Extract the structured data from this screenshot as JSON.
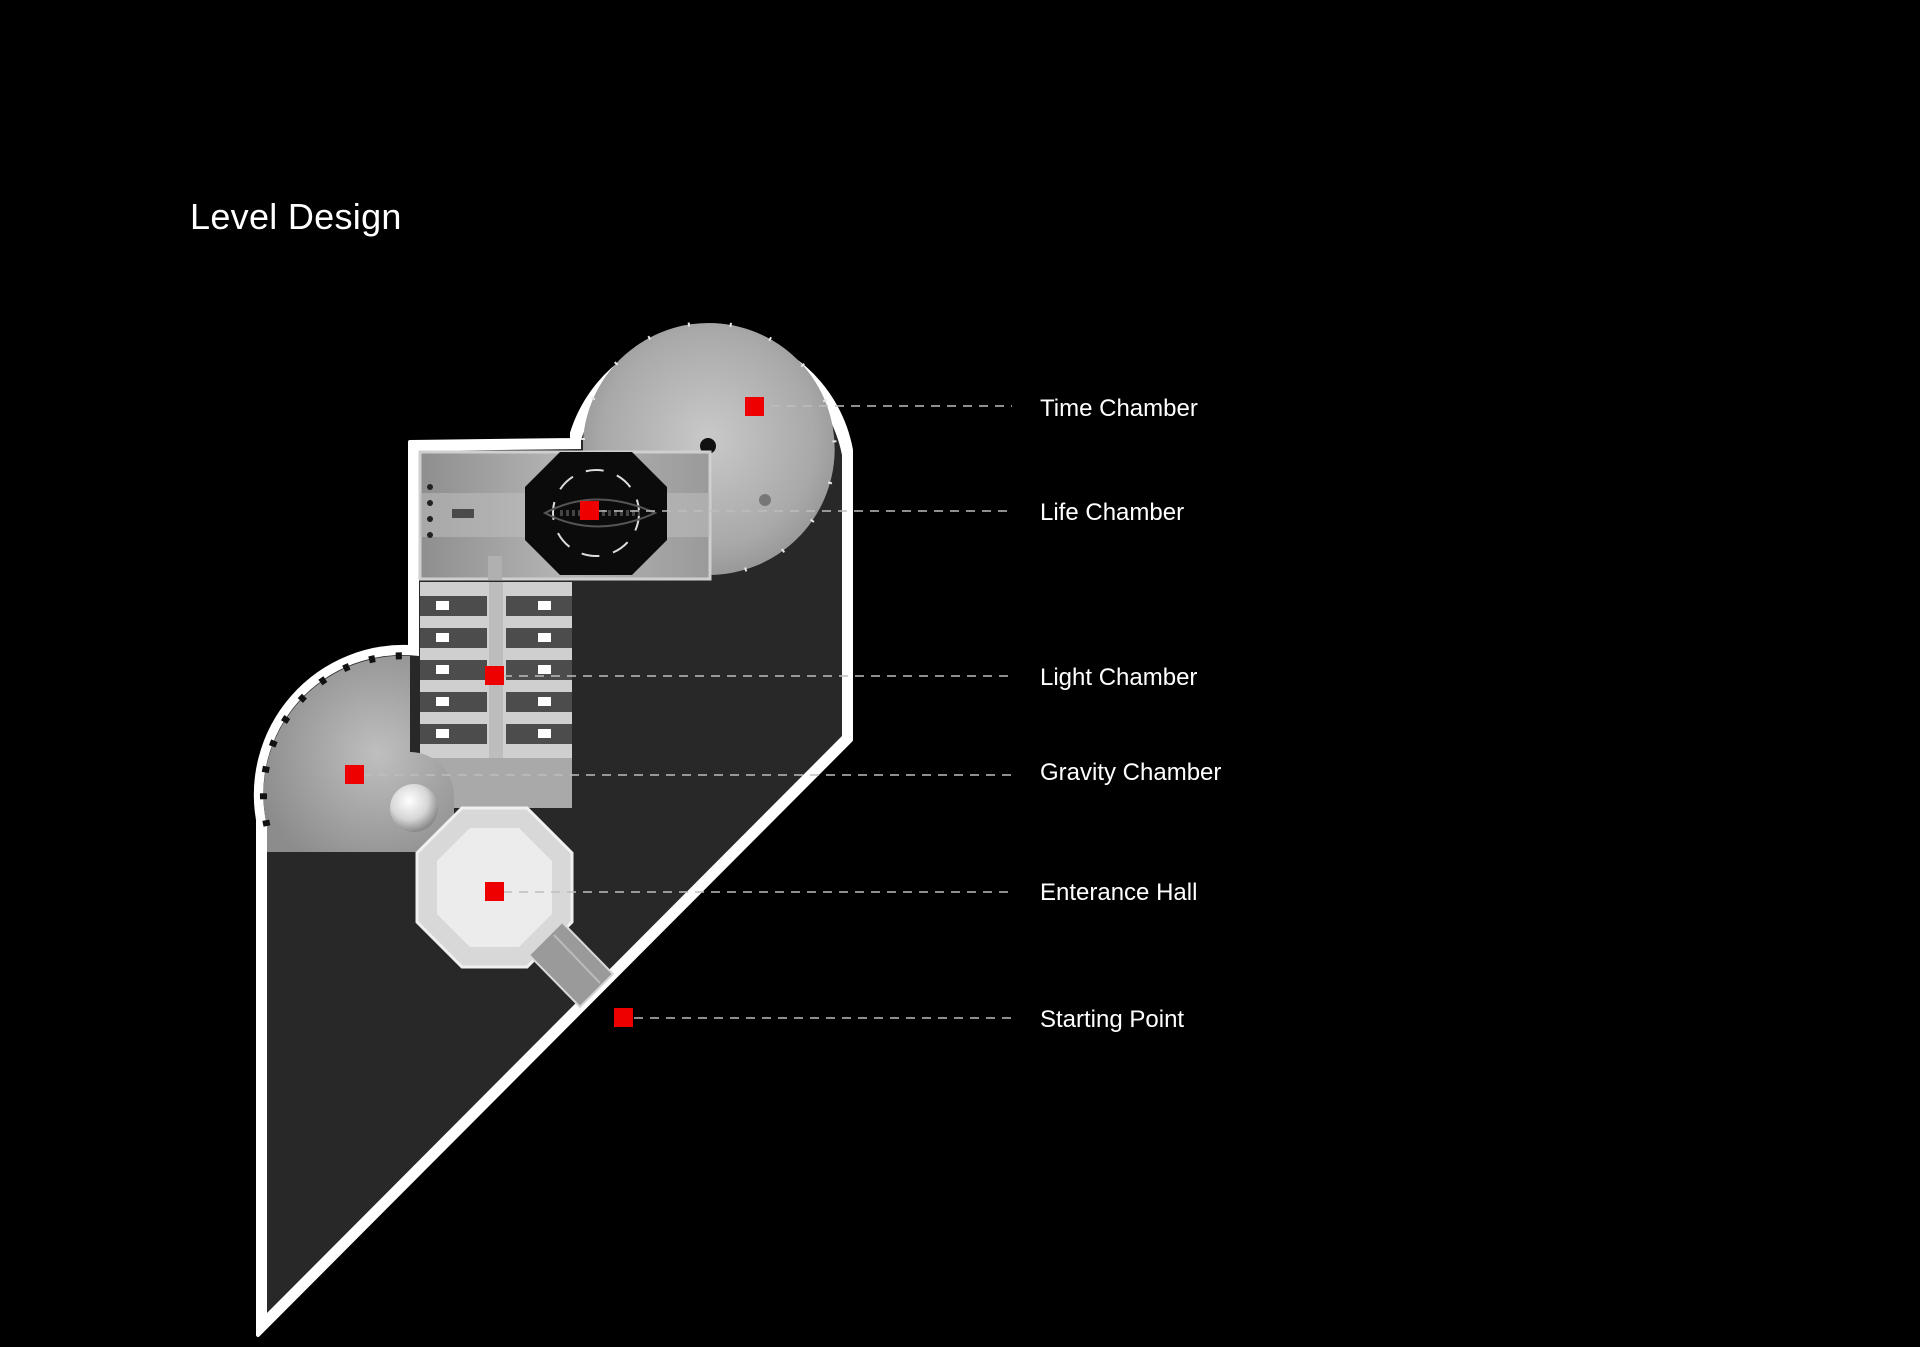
{
  "page_title": "Level Design",
  "colors": {
    "background": "#000000",
    "outline": "#ffffff",
    "marker": "#ee0000",
    "floor_dark": "#282828",
    "leader": "#bdbdbd"
  },
  "rooms": [
    {
      "id": "time",
      "label": "Time Chamber"
    },
    {
      "id": "life",
      "label": "Life Chamber"
    },
    {
      "id": "light",
      "label": "Light Chamber"
    },
    {
      "id": "gravity",
      "label": "Gravity Chamber"
    },
    {
      "id": "entrance",
      "label": "Enterance Hall"
    },
    {
      "id": "start",
      "label": "Starting Point"
    }
  ]
}
